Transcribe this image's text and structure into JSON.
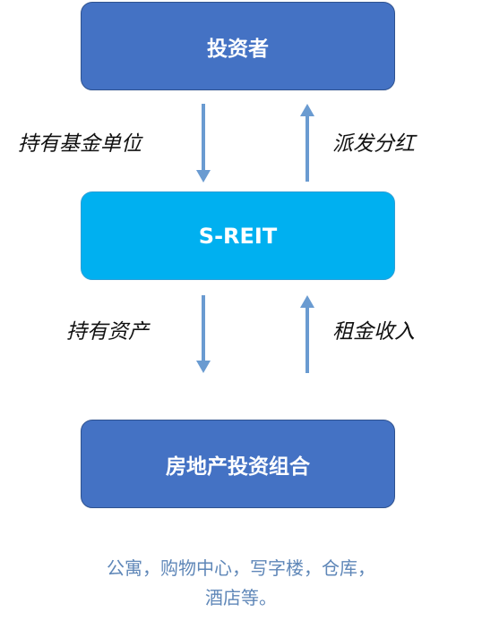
{
  "diagram": {
    "nodes": {
      "investors": "投资者",
      "sreit": "S-REIT",
      "portfolio": "房地产投资组合"
    },
    "flows": {
      "hold_fund_units": "持有基金单位",
      "dividends": "派发分红",
      "hold_assets": "持有资产",
      "rent_income": "租金收入"
    },
    "footnote": {
      "line1": "公寓，购物中心，写字楼，仓库，",
      "line2": "酒店等。"
    }
  },
  "colors": {
    "box_dark": "#4472c4",
    "box_dark_border": "#2f528f",
    "box_light": "#00b0f0",
    "box_light_border": "#2e9fd6",
    "arrow": "#6a9bd1",
    "footnote_text": "#5f87b8"
  }
}
